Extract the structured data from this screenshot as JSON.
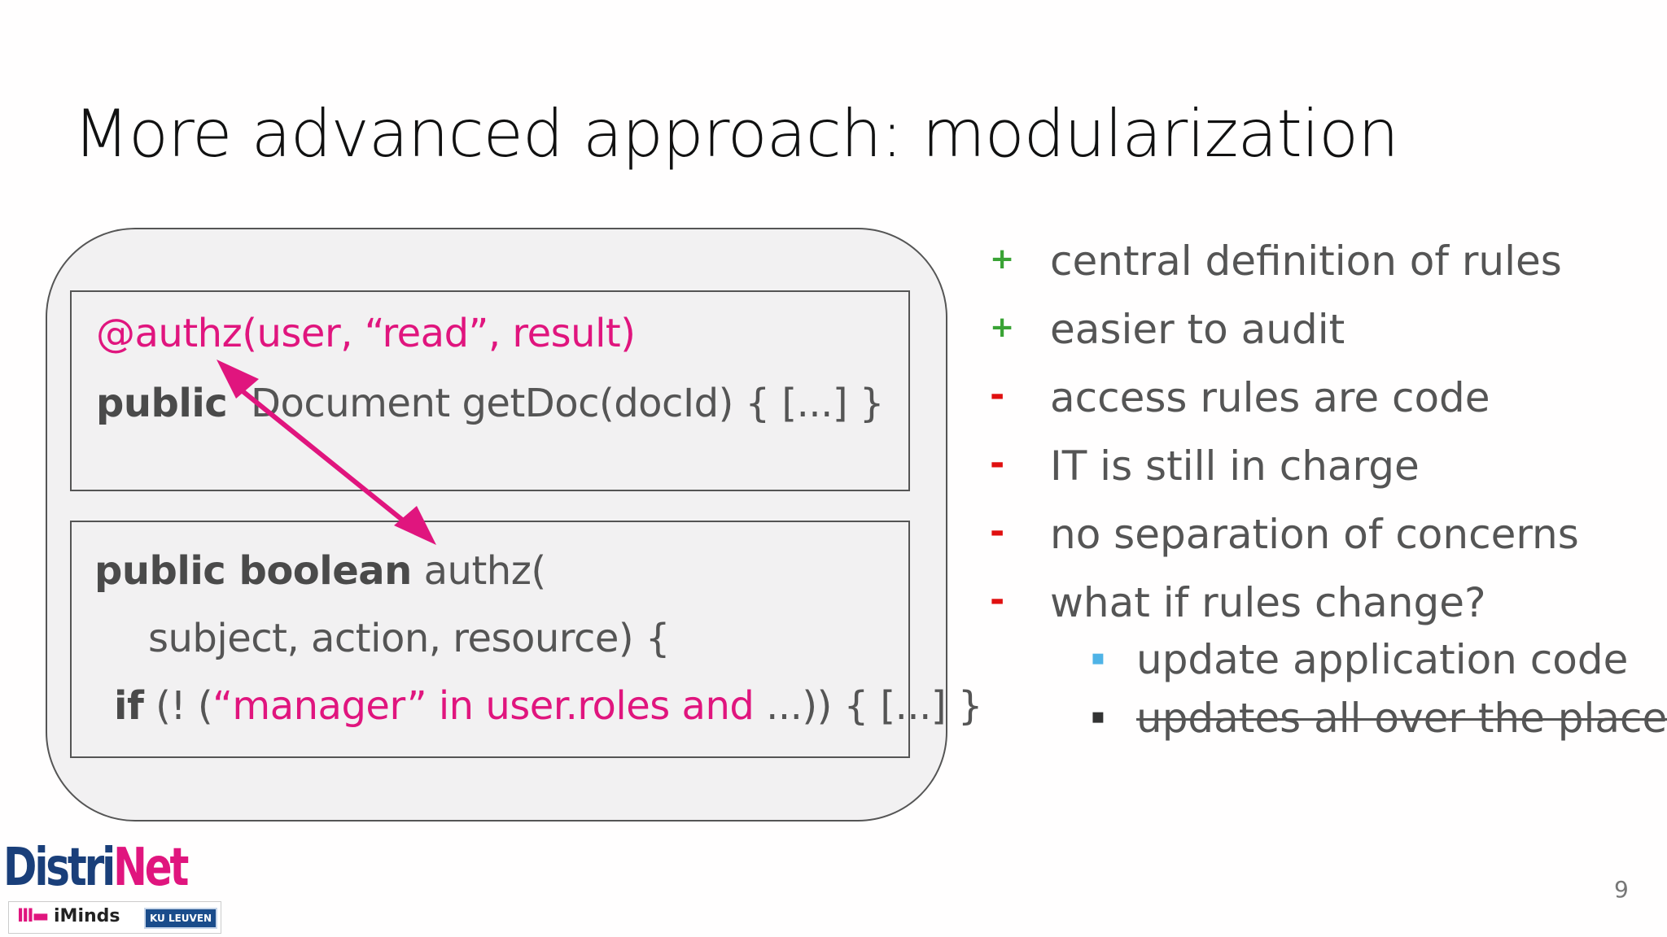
{
  "slide": {
    "title": "More advanced approach: modularization",
    "page_number": "9"
  },
  "code_top": {
    "annotation": "@authz(user, “read”, result)",
    "line2_keyword": "public",
    "line2_rest": "Document getDoc(docId) { [...] }"
  },
  "code_bottom": {
    "line1_keyword": "public boolean",
    "line1_rest": "authz(",
    "line2": "subject, action, resource) {",
    "line3_keyword": "if",
    "line3_pre": "(! (",
    "line3_pink": "“manager” in user.roles and",
    "line3_post": "...)) { [...] }"
  },
  "bullets": [
    {
      "marker": "+",
      "kind": "pro",
      "text": "central definition of rules"
    },
    {
      "marker": "+",
      "kind": "pro",
      "text": "easier to audit"
    },
    {
      "marker": "-",
      "kind": "con",
      "text": "access rules are code"
    },
    {
      "marker": "-",
      "kind": "con",
      "text": "IT is still in charge"
    },
    {
      "marker": "-",
      "kind": "con",
      "text": "no separation of concerns"
    },
    {
      "marker": "-",
      "kind": "con",
      "text": "what if rules change?"
    }
  ],
  "sub_bullets": [
    {
      "marker": "▪",
      "text": "update application code",
      "struck": false
    },
    {
      "marker": "▪",
      "text": "updates all over the place",
      "struck": true
    }
  ],
  "logo": {
    "brand_left": "Distri",
    "brand_right": "Net",
    "partner1_mark": "III▬",
    "partner1": "iMinds",
    "partner2": "KU LEUVEN"
  },
  "colors": {
    "accent_pink": "#e0157e",
    "pro_green": "#3aa335",
    "con_red": "#e01010",
    "sub_bullet_blue": "#4fb3e6",
    "box_fill": "#f2f1f2",
    "arrow": "#e0157e"
  }
}
